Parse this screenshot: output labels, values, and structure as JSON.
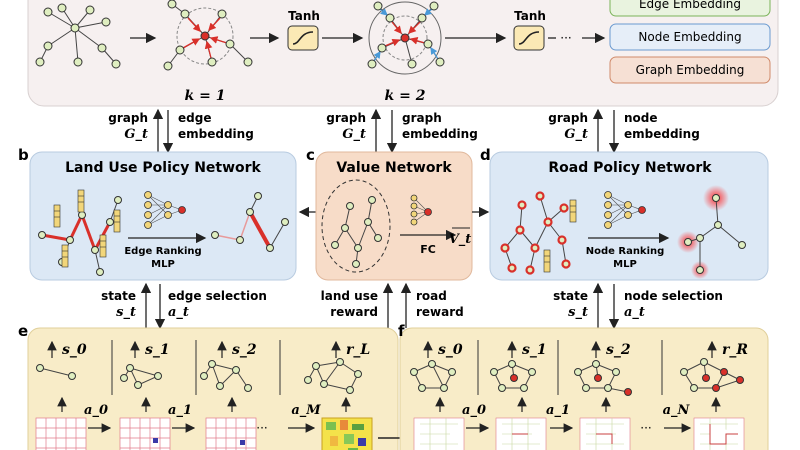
{
  "top_panel": {
    "activation_label_1": "Tanh",
    "activation_label_2": "Tanh",
    "ellipsis": "···",
    "k1_label": "k = 1",
    "k2_label": "k = 2",
    "legend": {
      "edge": "Edge Embedding",
      "node": "Node Embedding",
      "graph": "Graph Embedding"
    }
  },
  "connectors": {
    "left_up_1": "graph",
    "left_up_2": "G_t",
    "left_down_1": "edge",
    "left_down_2": "embedding",
    "mid_up_1": "graph",
    "mid_up_2": "G_t",
    "mid_down_1": "graph",
    "mid_down_2": "embedding",
    "right_up_1": "graph",
    "right_up_2": "G_t",
    "right_down_1": "node",
    "right_down_2": "embedding"
  },
  "panels": {
    "b": {
      "letter": "b",
      "title": "Land Use Policy Network",
      "mlp_line1": "Edge Ranking",
      "mlp_line2": "MLP"
    },
    "c": {
      "letter": "c",
      "title": "Value Network",
      "fc": "FC",
      "output": "V_t"
    },
    "d": {
      "letter": "d",
      "title": "Road Policy Network",
      "mlp_line1": "Node Ranking",
      "mlp_line2": "MLP"
    }
  },
  "lower_connectors": {
    "left_state_1": "state",
    "left_state_2": "s_t",
    "left_action_1": "edge selection",
    "left_action_2": "a_t",
    "mid_land_1": "land use",
    "mid_land_2": "reward",
    "mid_road_1": "road",
    "mid_road_2": "reward",
    "right_state_1": "state",
    "right_state_2": "s_t",
    "right_action_1": "node selection",
    "right_action_2": "a_t"
  },
  "panel_e": {
    "letter": "e",
    "states": [
      "s_0",
      "s_1",
      "s_2",
      "r_L"
    ],
    "actions": [
      "a_0",
      "a_1",
      "a_M"
    ],
    "ellipsis": "···"
  },
  "panel_f": {
    "letter": "f",
    "states": [
      "s_0",
      "s_1",
      "s_2",
      "r_R"
    ],
    "actions": [
      "a_0",
      "a_1",
      "a_N"
    ],
    "ellipsis": "···"
  },
  "colors": {
    "top_bg": "#f6f0f0",
    "blue_panel": "#dce8f5",
    "orange_panel": "#f7dcc8",
    "yellow_panel": "#f8ecc8",
    "node_fill": "#dfeec0",
    "red": "#d9302a",
    "blue_arrow": "#4a9ad8",
    "legend_edge_border": "#7bb35a",
    "legend_node_border": "#6a9ad0",
    "legend_graph_border": "#d08a6a"
  }
}
